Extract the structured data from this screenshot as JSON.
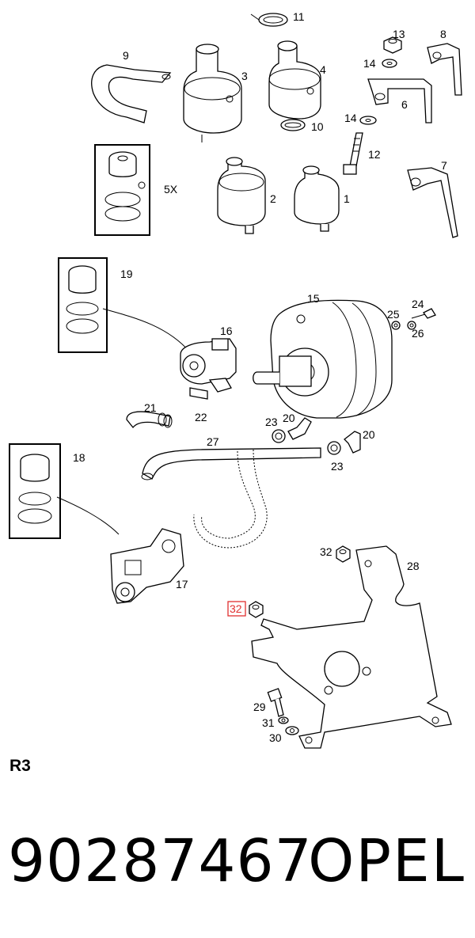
{
  "callouts": {
    "c1": "1",
    "c2": "2",
    "c3": "3",
    "c4": "4",
    "c5": "5X",
    "c6": "6",
    "c7": "7",
    "c8": "8",
    "c9": "9",
    "c10": "10",
    "c11": "11",
    "c12": "12",
    "c13": "13",
    "c14a": "14",
    "c14b": "14",
    "c15": "15",
    "c16": "16",
    "c17": "17",
    "c18": "18",
    "c19": "19",
    "c20a": "20",
    "c20b": "20",
    "c21": "21",
    "c22": "22",
    "c23a": "23",
    "c23b": "23",
    "c24": "24",
    "c25": "25",
    "c26": "26",
    "c27": "27",
    "c28": "28",
    "c29": "29",
    "c30": "30",
    "c31": "31",
    "c32": "32",
    "c32h": "32"
  },
  "highlight_color": "#e03030",
  "code_label": "R3",
  "part_number": "90287467",
  "brand": "OPEL"
}
